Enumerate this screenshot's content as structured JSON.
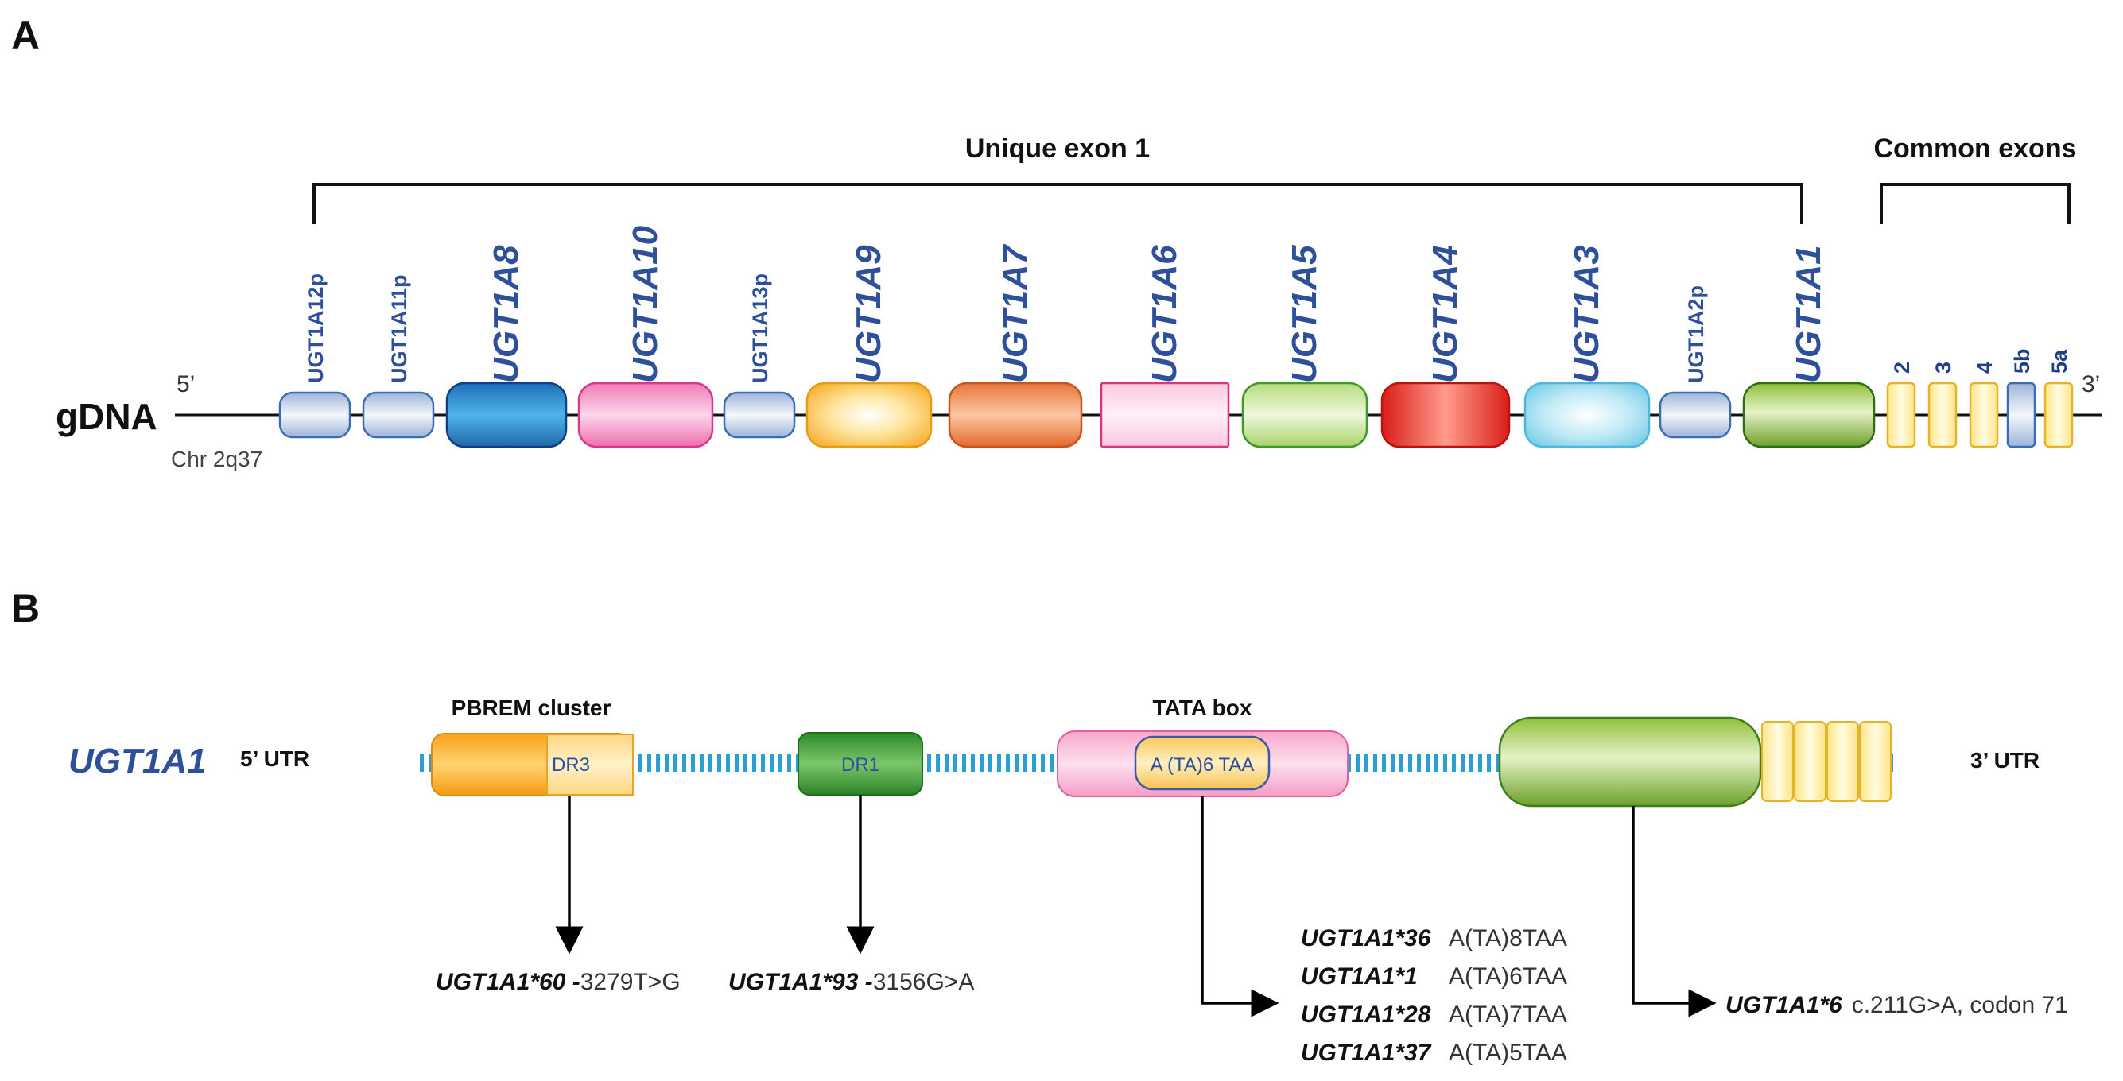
{
  "panel_a": {
    "letter": "A",
    "bracket_unique_label": "Unique exon 1",
    "bracket_common_label": "Common exons",
    "gdna_label": "gDNA",
    "five_prime": "5’",
    "three_prime": "3’",
    "chr_label": "Chr 2q37",
    "exons": [
      {
        "label": "UGT1A12p",
        "style": "small",
        "fill": "pseudo"
      },
      {
        "label": "UGT1A11p",
        "style": "small",
        "fill": "pseudo"
      },
      {
        "label": "UGT1A8",
        "style": "big",
        "fill": "blue"
      },
      {
        "label": "UGT1A10",
        "style": "big",
        "fill": "pink"
      },
      {
        "label": "UGT1A13p",
        "style": "small",
        "fill": "pseudo"
      },
      {
        "label": "UGT1A9",
        "style": "big",
        "fill": "yellow"
      },
      {
        "label": "UGT1A7",
        "style": "big",
        "fill": "orange"
      },
      {
        "label": "UGT1A6",
        "style": "big",
        "fill": "lightpink"
      },
      {
        "label": "UGT1A5",
        "style": "big",
        "fill": "lightgreen"
      },
      {
        "label": "UGT1A4",
        "style": "big",
        "fill": "red"
      },
      {
        "label": "UGT1A3",
        "style": "big",
        "fill": "cyan"
      },
      {
        "label": "UGT1A2p",
        "style": "small",
        "fill": "pseudo"
      },
      {
        "label": "UGT1A1",
        "style": "big",
        "fill": "green"
      }
    ],
    "common_exons": [
      {
        "label": "2",
        "fill": "paleyellow"
      },
      {
        "label": "3",
        "fill": "paleyellow"
      },
      {
        "label": "4",
        "fill": "paleyellow"
      },
      {
        "label": "5b",
        "fill": "pseudo"
      },
      {
        "label": "5a",
        "fill": "paleyellow"
      }
    ]
  },
  "panel_b": {
    "letter": "B",
    "gene_title": "UGT1A1",
    "utr5": "5’ UTR",
    "utr3": "3’ UTR",
    "pbrem_label": "PBREM cluster",
    "dr3_label": "DR3",
    "dr1_label": "DR1",
    "tata_label": "TATA box",
    "tata_inner": "A (TA)6 TAA",
    "alleles": {
      "a60": {
        "name": "UGT1A1*60",
        "sep": " -",
        "desc": "3279T>G"
      },
      "a93": {
        "name": "UGT1A1*93",
        "sep": " -",
        "desc": "3156G>A"
      },
      "a36": {
        "name": "UGT1A1*36",
        "desc": "A(TA)8TAA"
      },
      "a1": {
        "name": "UGT1A1*1",
        "desc": "A(TA)6TAA"
      },
      "a28": {
        "name": "UGT1A1*28",
        "desc": "A(TA)7TAA"
      },
      "a37": {
        "name": "UGT1A1*37",
        "desc": "A(TA)5TAA"
      },
      "a6": {
        "name": "UGT1A1*6",
        "desc": "c.211G>A, codon 71"
      }
    }
  },
  "colors": {
    "label_blue": "#2e4f9a",
    "dna_line": "#111111",
    "utr_stripe": "#2a9fd6"
  }
}
